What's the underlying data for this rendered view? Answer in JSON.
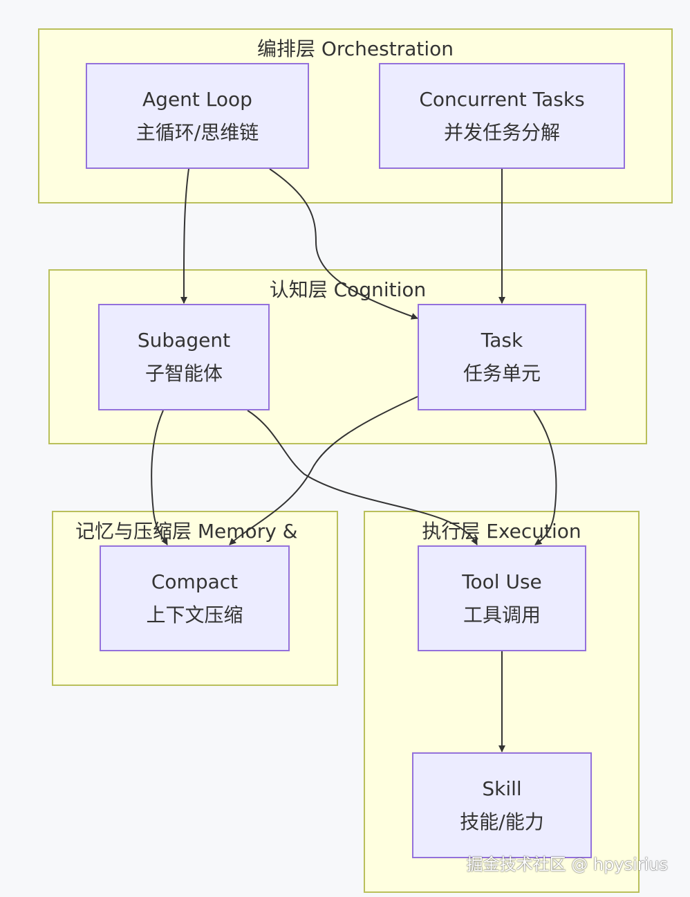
{
  "layers": {
    "orchestration": {
      "title": "编排层 Orchestration"
    },
    "cognition": {
      "title": "认知层 Cognition"
    },
    "memory": {
      "title": "记忆与压缩层 Memory &"
    },
    "execution": {
      "title": "执行层 Execution"
    }
  },
  "nodes": {
    "agent_loop": {
      "line1": "Agent Loop",
      "line2": "主循环/思维链"
    },
    "concurrent_tasks": {
      "line1": "Concurrent Tasks",
      "line2": "并发任务分解"
    },
    "subagent": {
      "line1": "Subagent",
      "line2": "子智能体"
    },
    "task": {
      "line1": "Task",
      "line2": "任务单元"
    },
    "compact": {
      "line1": "Compact",
      "line2": "上下文压缩"
    },
    "tool_use": {
      "line1": "Tool Use",
      "line2": "工具调用"
    },
    "skill": {
      "line1": "Skill",
      "line2": "技能/能力"
    }
  },
  "edges": [
    {
      "from": "Agent Loop",
      "to": "Subagent"
    },
    {
      "from": "Agent Loop",
      "to": "Task"
    },
    {
      "from": "Concurrent Tasks",
      "to": "Task"
    },
    {
      "from": "Subagent",
      "to": "Compact"
    },
    {
      "from": "Subagent",
      "to": "Tool Use"
    },
    {
      "from": "Task",
      "to": "Compact"
    },
    {
      "from": "Task",
      "to": "Tool Use"
    },
    {
      "from": "Tool Use",
      "to": "Skill"
    }
  ],
  "colors": {
    "layer_fill": "#ffffe0",
    "layer_border": "#b9bf5a",
    "node_fill": "#ececff",
    "node_border": "#9370db",
    "edge": "#333333"
  },
  "watermark": "掘金技术社区 @ hpysirius"
}
